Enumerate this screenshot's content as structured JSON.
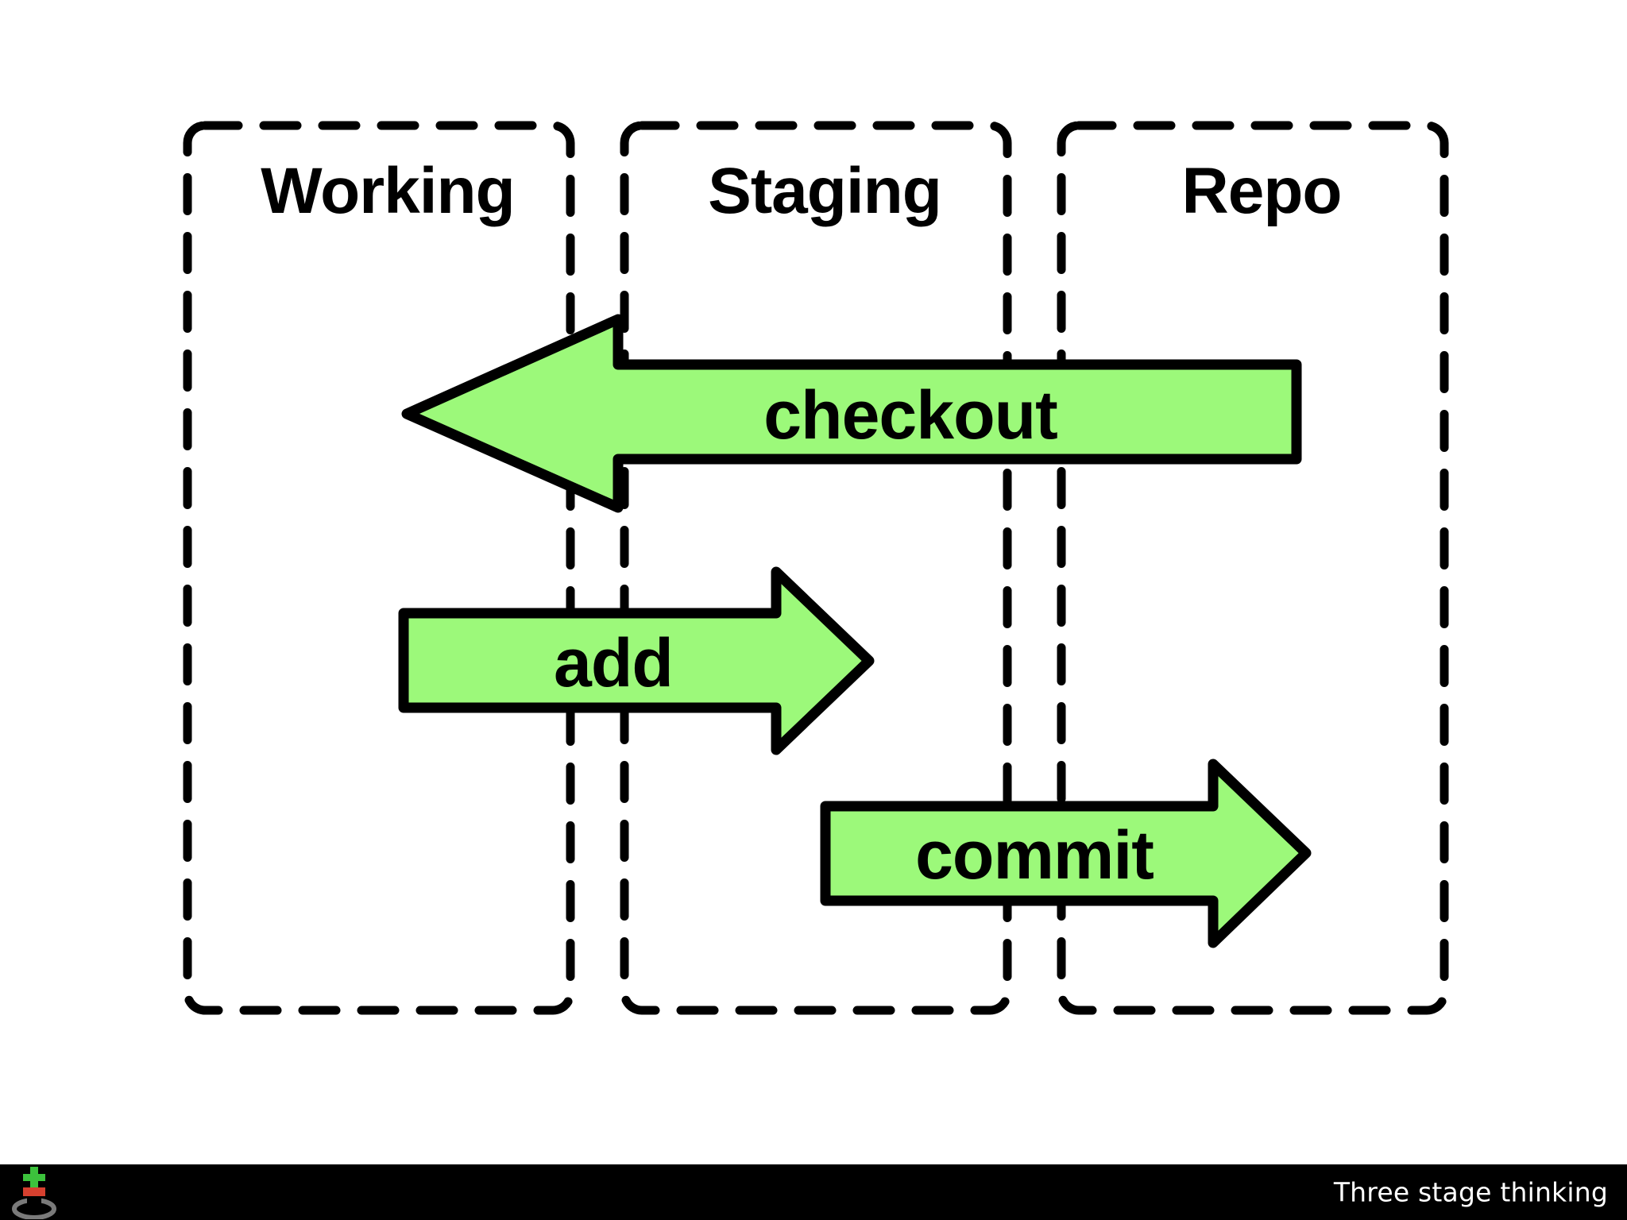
{
  "slide": {
    "background_color": "#ffffff",
    "accent_color": "#9cf97a",
    "outline_color": "#000000"
  },
  "stages": [
    {
      "id": "working",
      "label": "Working"
    },
    {
      "id": "staging",
      "label": "Staging"
    },
    {
      "id": "repo",
      "label": "Repo"
    }
  ],
  "arrows": [
    {
      "id": "checkout",
      "label": "checkout",
      "direction": "left",
      "from": "Repo",
      "to": "Working",
      "fill": "#9cf97a"
    },
    {
      "id": "add",
      "label": "add",
      "direction": "right",
      "from": "Working",
      "to": "Staging",
      "fill": "#9cf97a"
    },
    {
      "id": "commit",
      "label": "commit",
      "direction": "right",
      "from": "Staging",
      "to": "Repo",
      "fill": "#9cf97a"
    }
  ],
  "footer": {
    "title": "Three stage thinking",
    "background_color": "#000000",
    "text_color": "#ffffff",
    "logo": {
      "name": "plunger-logo",
      "cross_color": "#3cc23c",
      "band_color": "#d6402f",
      "base_color": "#7a7a7a"
    }
  }
}
